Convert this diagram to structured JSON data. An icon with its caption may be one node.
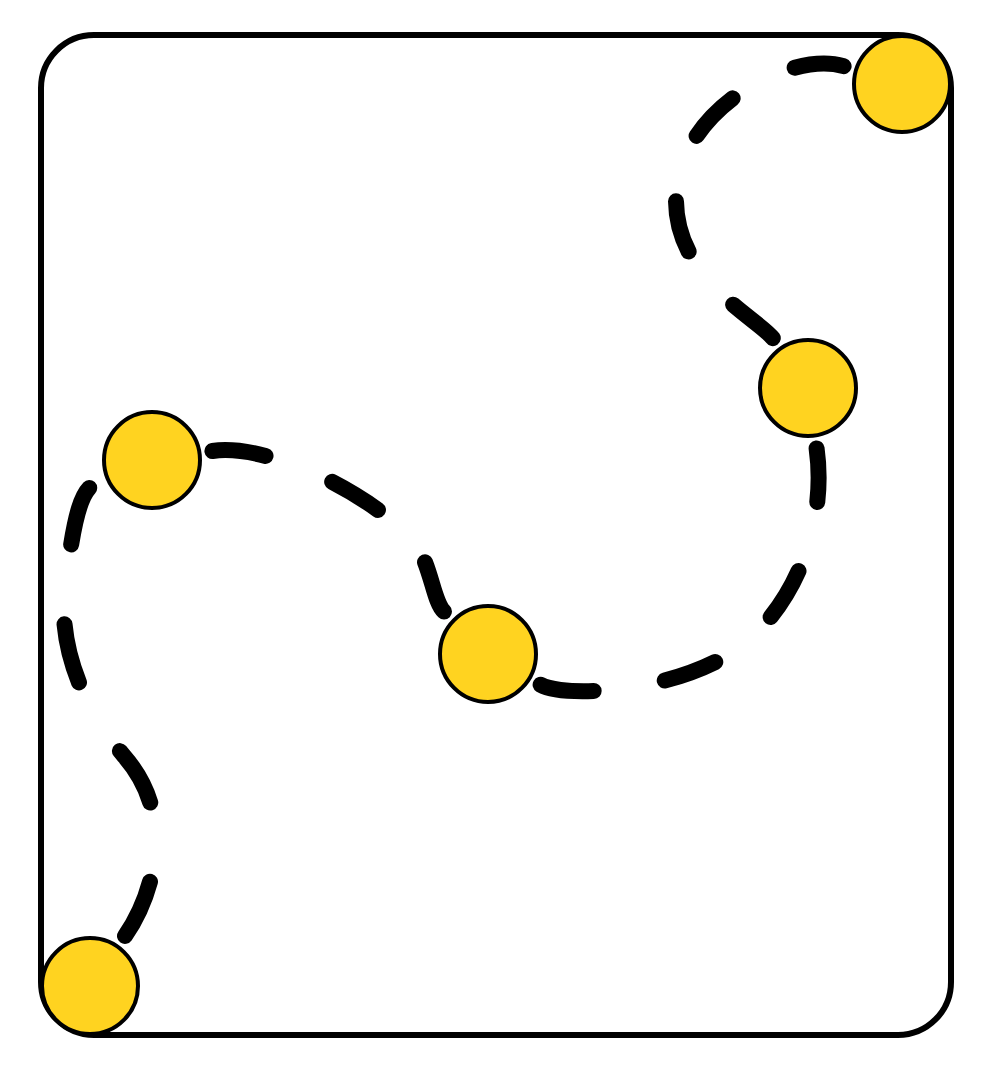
{
  "diagram": {
    "nodes": [
      {
        "text": [],
        "shape": "box"
      },
      {
        "text": [],
        "shape": "circle",
        "in": 0
      },
      {
        "text": [],
        "shape": "circle",
        "in": 0
      },
      {
        "text": [],
        "shape": "circle",
        "in": 0
      },
      {
        "text": [],
        "shape": "circle",
        "in": 0
      },
      {
        "text": [],
        "shape": "circle",
        "in": 0
      }
    ],
    "edges": [
      {
        "from": 1,
        "to": 2,
        "arrow": "none",
        "style": "dashed"
      },
      {
        "from": 2,
        "to": 3,
        "arrow": "none",
        "style": "dashed"
      },
      {
        "from": 3,
        "to": 4,
        "arrow": "none",
        "style": "dashed"
      },
      {
        "from": 4,
        "to": 5,
        "arrow": "none",
        "style": "dashed"
      }
    ]
  }
}
